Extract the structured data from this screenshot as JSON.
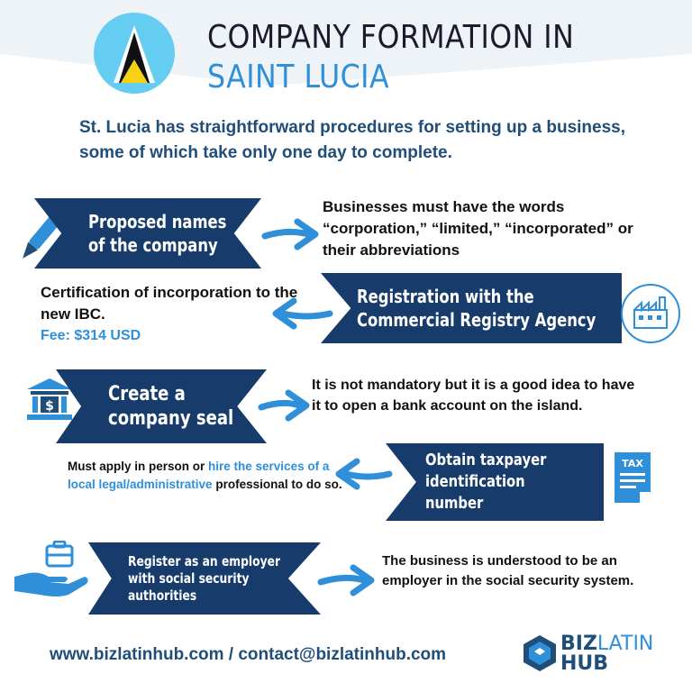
{
  "colors": {
    "navy": "#173c6c",
    "blue": "#2f8fd8",
    "dark_text": "#1b1b2b"
  },
  "header": {
    "title_line1": "COMPANY FORMATION IN",
    "title_line2": "SAINT LUCIA",
    "intro": "St. Lucia has straightforward procedures for setting up a business, some of which take only one day to complete."
  },
  "steps": [
    {
      "icon": "pen-icon",
      "banner_line1": "Proposed names",
      "banner_line2": "of the company",
      "detail": "Businesses must have the words “corporation,” “limited,” “incorporated” or their abbreviations"
    },
    {
      "icon": "factory-icon",
      "banner_line1": "Registration with the",
      "banner_line2": "Commercial Registry Agency",
      "detail": "Certification of incorporation to the new IBC.",
      "fee": "Fee: $314 USD"
    },
    {
      "icon": "bank-icon",
      "banner_line1": "Create a",
      "banner_line2": "company seal",
      "detail": "It is not mandatory but it is a good idea to have it to open a bank account on the island."
    },
    {
      "icon": "tax-document-icon",
      "icon_label": "TAX",
      "banner_line1": "Obtain taxpayer",
      "banner_line2": "identification",
      "banner_line3": "number",
      "detail_part1": "Must apply in person or ",
      "detail_highlight": "hire the services of a local legal/administrative",
      "detail_part2": " professional to do so."
    },
    {
      "icon": "briefcase-hand-icon",
      "banner_line1": "Register as an employer",
      "banner_line2": "with social security",
      "banner_line3": "authorities",
      "detail": "The business is understood to be an employer in the social security system."
    }
  ],
  "footer": {
    "contact": "www.bizlatinhub.com / contact@bizlatinhub.com"
  },
  "logo": {
    "word_biz": "BIZ",
    "word_latin": "LATIN",
    "word_hub": "HUB"
  }
}
